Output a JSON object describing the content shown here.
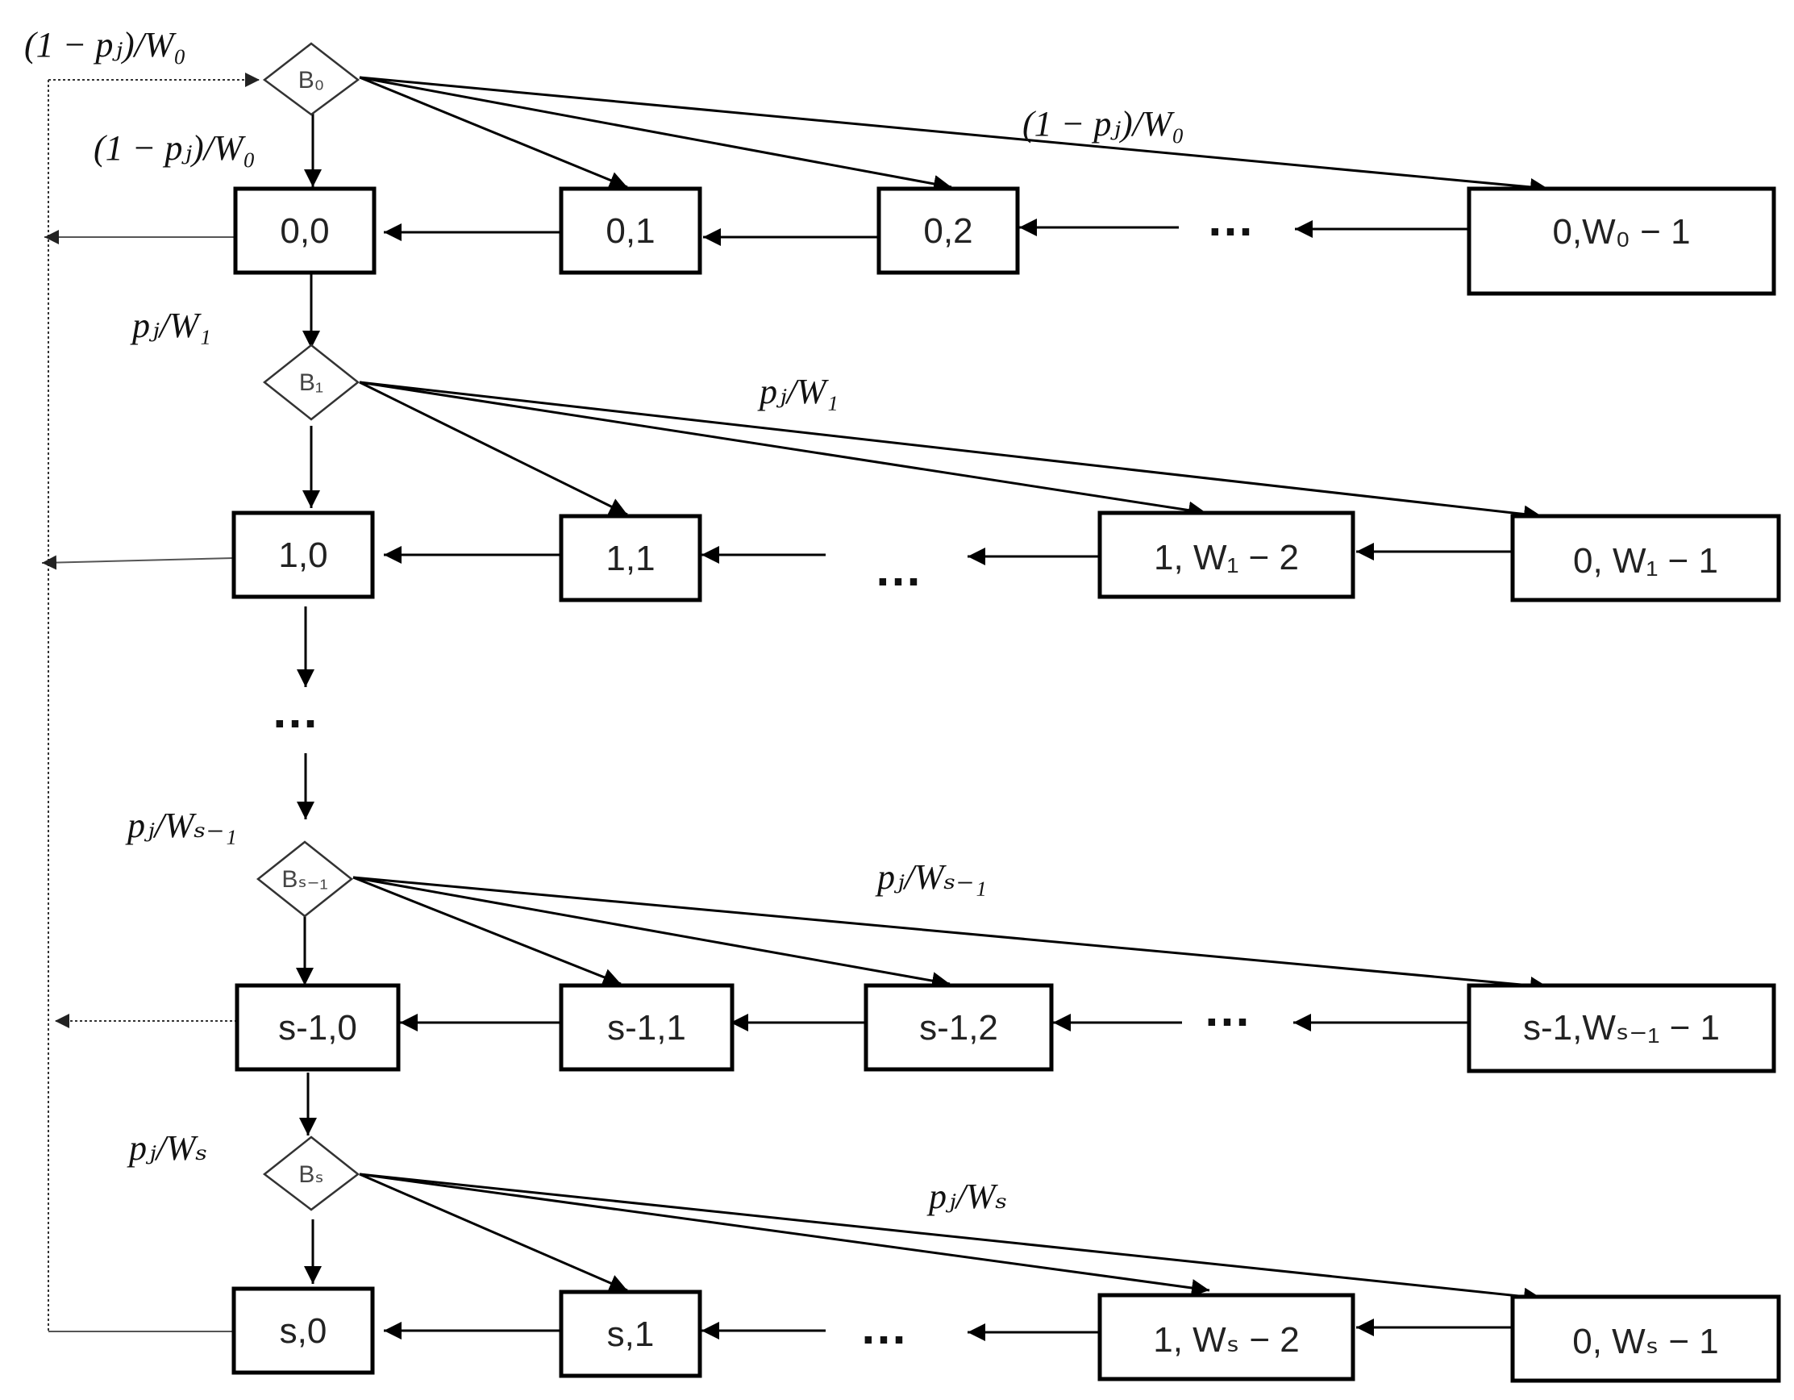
{
  "decisions": [
    {
      "id": "B0",
      "label": "B₀"
    },
    {
      "id": "B1",
      "label": "B₁"
    },
    {
      "id": "Bs1",
      "label": "Bₛ₋₁"
    },
    {
      "id": "Bs",
      "label": "Bₛ"
    }
  ],
  "states": {
    "s00": "0,0",
    "s01": "0,1",
    "s02": "0,2",
    "s0w": "0,W₀ − 1",
    "s10": "1,0",
    "s11": "1,1",
    "s1w2": "1,  W₁ − 2",
    "s1w1": "0,  W₁ − 1",
    "sm0": "s-1,0",
    "sm1": "s-1,1",
    "sm2": "s-1,2",
    "smw": "s-1,Wₛ₋₁ − 1",
    "ss0": "s,0",
    "ss1": "s,1",
    "ssw2": "1,  Wₛ − 2",
    "ssw1": "0,  Wₛ − 1"
  },
  "labels": {
    "loop_in": "(1 − pⱼ)/W₀",
    "b0_down": "(1 − pⱼ)/W₀",
    "b0_fan": "(1 − pⱼ)/W₀",
    "to_b1": "pⱼ/W₁",
    "b1_fan": "pⱼ/W₁",
    "to_bs1": "pⱼ/Wₛ₋₁",
    "bs1_fan": "pⱼ/Wₛ₋₁",
    "to_bs": "pⱼ/Wₛ",
    "bs_fan": "pⱼ/Wₛ"
  },
  "ellipsis": "…"
}
